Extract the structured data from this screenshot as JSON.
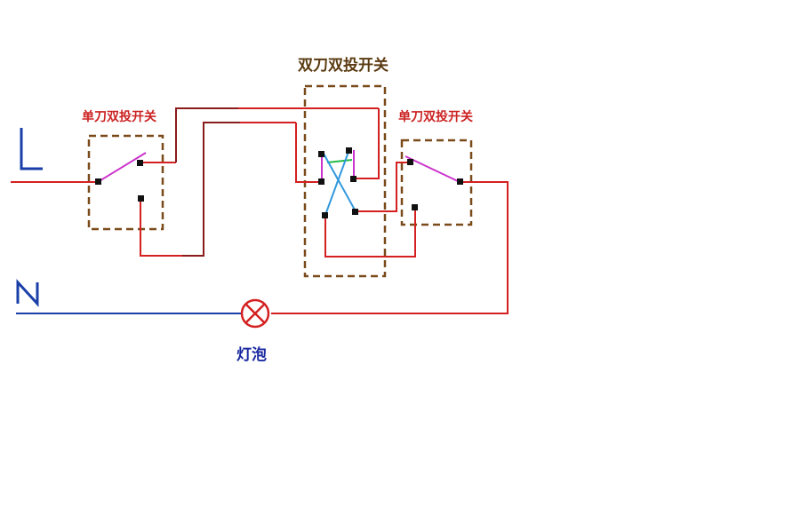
{
  "labels": {
    "title_dpdt": "双刀双投开关",
    "left_spdt": "单刀双投开关",
    "right_spdt": "单刀双投开关",
    "line": "L",
    "neutral": "N",
    "bulb": "灯泡"
  },
  "colors": {
    "wire_red": "#d42020",
    "wire_dark_red": "#8b1a1a",
    "neutral_blue": "#1a3fa8",
    "switch_lever": "#cc33cc",
    "cross_blue": "#3399dd",
    "cross_green": "#22bb44",
    "box_border": "#7a4a1a",
    "label_red": "#cc2222",
    "label_brown": "#5a3a10",
    "label_blue": "#1a2aa0"
  },
  "icons": {
    "bulb": "lamp-cross-circle-icon"
  }
}
